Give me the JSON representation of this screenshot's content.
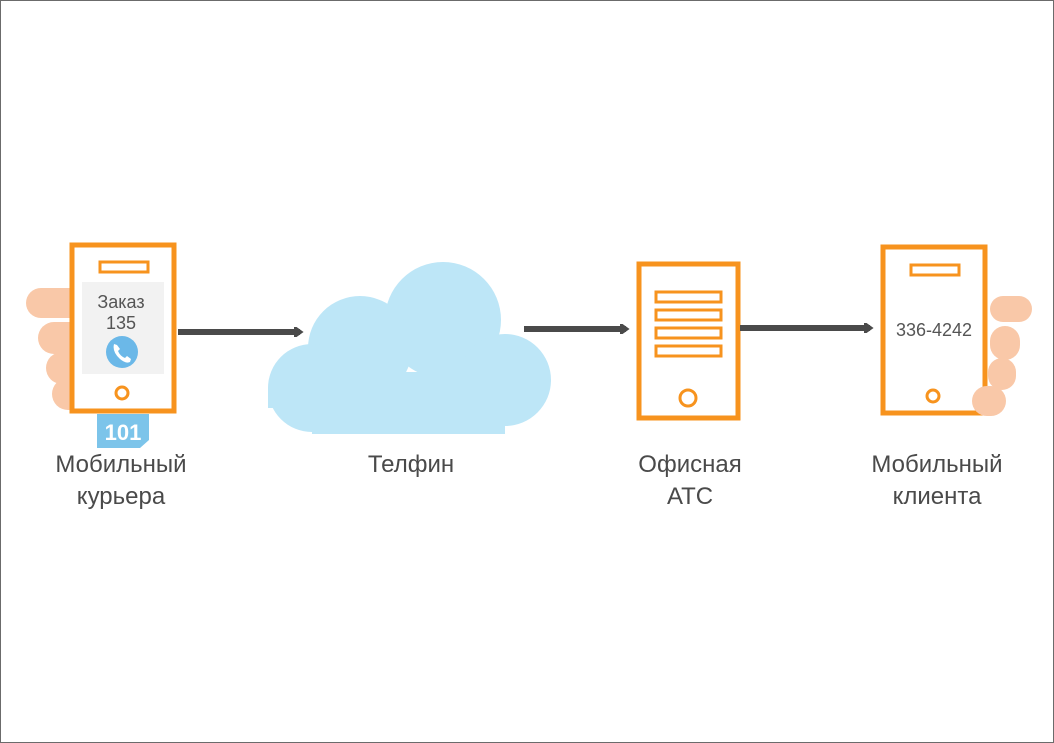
{
  "colors": {
    "orange": "#F7931E",
    "cloud": "#BDE6F7",
    "arrow": "#4A4A4A",
    "skin": "#F9C8A8",
    "badge": "#7CC4EA",
    "phone_icon": "#6BB8E8"
  },
  "nodes": {
    "courier": {
      "label_line1": "Мобильный",
      "label_line2": "курьера",
      "screen_line1": "Заказ",
      "screen_line2": "135",
      "badge": "101"
    },
    "telfin": {
      "label": "Телфин"
    },
    "pbx": {
      "label_line1": "Офисная",
      "label_line2": "АТС"
    },
    "client": {
      "label_line1": "Мобильный",
      "label_line2": "клиента",
      "screen_text": "336-4242"
    }
  },
  "icons": [
    "hand-icon",
    "phone-call-icon",
    "cloud-icon",
    "server-icon",
    "arrow-icon"
  ]
}
